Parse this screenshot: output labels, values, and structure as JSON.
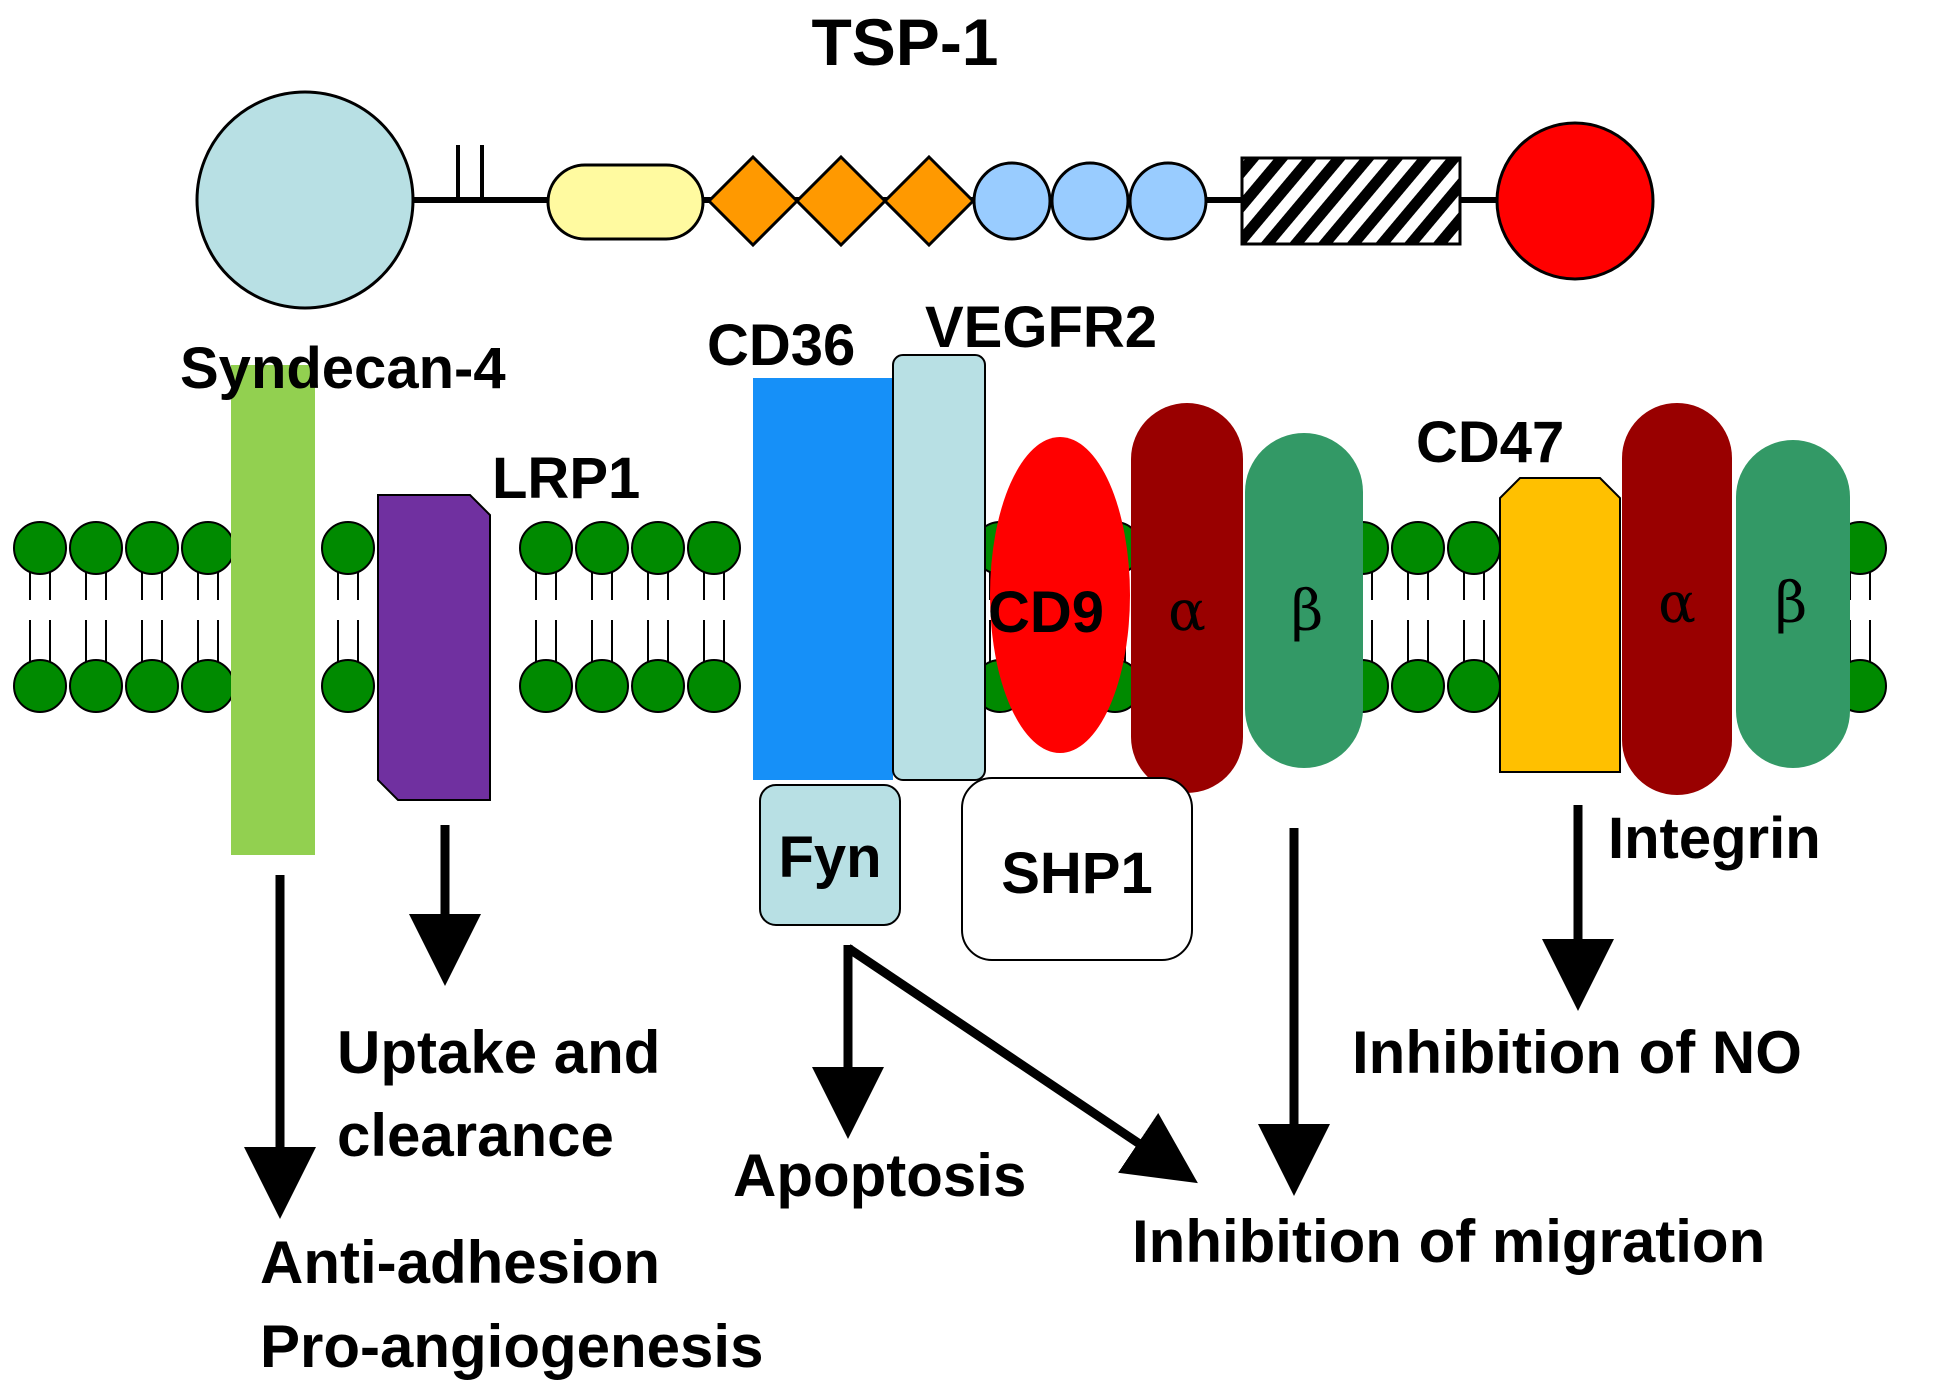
{
  "title": "TSP-1",
  "receptors": {
    "syndecan4": "Syndecan-4",
    "lrp1": "LRP1",
    "cd36": "CD36",
    "vegfr2": "VEGFR2",
    "cd9": "CD9",
    "cd47": "CD47",
    "integrin": "Integrin",
    "alpha": "α",
    "beta": "β"
  },
  "intracellular": {
    "fyn": "Fyn",
    "shp1": "SHP1"
  },
  "outcomes": {
    "anti_adhesion": "Anti-adhesion",
    "pro_angiogenesis": "Pro-angiogenesis",
    "uptake": "Uptake and",
    "clearance": "clearance",
    "apoptosis": "Apoptosis",
    "inhibition_migration": "Inhibition of migration",
    "inhibition_no": "Inhibition of NO"
  },
  "colors": {
    "lipid_head": "#008a00",
    "tsp_n_terminal": "#b8e0e4",
    "tsp_oligomer": "#fffaa0",
    "tsp_type1": "#ff9900",
    "tsp_type2": "#99ccff",
    "tsp_c_terminal": "#ff0000",
    "syndecan4": "#92d050",
    "lrp1": "#7030a0",
    "cd36": "#1690f8",
    "vegfr2": "#b8e0e4",
    "cd9": "#ff0000",
    "integrin_alpha": "#990000",
    "integrin_beta": "#339966",
    "cd47": "#ffc000"
  }
}
